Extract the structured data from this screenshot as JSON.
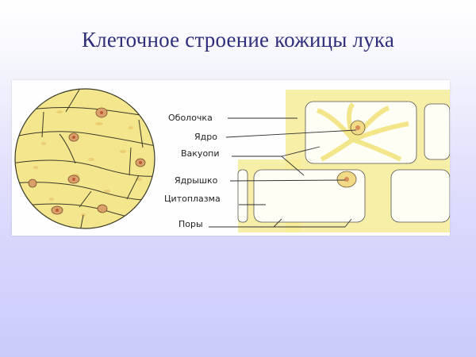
{
  "slide": {
    "title": "Клеточное строение кожицы лука"
  },
  "diagram": {
    "microscope_view": "circle-with-elongated-onion-cells",
    "detail_view": "enlarged-onion-epidermis-cells",
    "labels": [
      {
        "id": "membrane",
        "text": "Оболочка"
      },
      {
        "id": "nucleus",
        "text": "Ядро"
      },
      {
        "id": "vacuoles",
        "text": "Вакуопи"
      },
      {
        "id": "nucleolus",
        "text": "Ядрышко"
      },
      {
        "id": "cytoplasm",
        "text": "Цитоплазма"
      },
      {
        "id": "pores",
        "text": "Поры"
      }
    ],
    "colors": {
      "cytoplasm": "#f3e58a",
      "cell_wall_line": "#3a3a2a",
      "nucleus": "#d9a06a",
      "nucleus_core": "#c0583a",
      "title": "#2e2e7a"
    }
  }
}
